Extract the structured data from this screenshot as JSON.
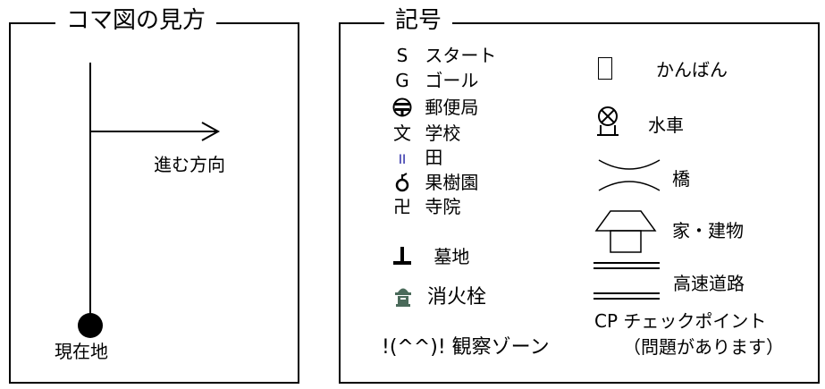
{
  "koma": {
    "title": "コマ図の見方",
    "direction_label": "進む方向",
    "current_label": "現在地"
  },
  "legend": {
    "title": "記号",
    "start": {
      "symbol": "S",
      "label": "スタート"
    },
    "goal": {
      "symbol": "G",
      "label": "ゴール"
    },
    "post_office": {
      "label": "郵便局"
    },
    "school": {
      "symbol": "文",
      "label": "学校"
    },
    "rice_field": {
      "symbol": "II",
      "label": "田"
    },
    "orchard": {
      "label": "果樹園"
    },
    "temple": {
      "symbol": "卍",
      "label": "寺院"
    },
    "grave": {
      "label": "墓地"
    },
    "hydrant": {
      "label": "消火栓"
    },
    "watch_zone": {
      "label": "!(^^)! 観察ゾーン"
    },
    "signboard": {
      "label": "かんばん"
    },
    "water_wheel": {
      "label": "水車"
    },
    "bridge": {
      "label": "橋"
    },
    "house": {
      "label": "家・建物"
    },
    "highway": {
      "label": "高速道路"
    },
    "checkpoint": {
      "label": "CP チェックポイント",
      "note": "（問題があります）"
    }
  },
  "colors": {
    "rice_field": "#1a1aa0",
    "hydrant": "#4a6a5a"
  }
}
